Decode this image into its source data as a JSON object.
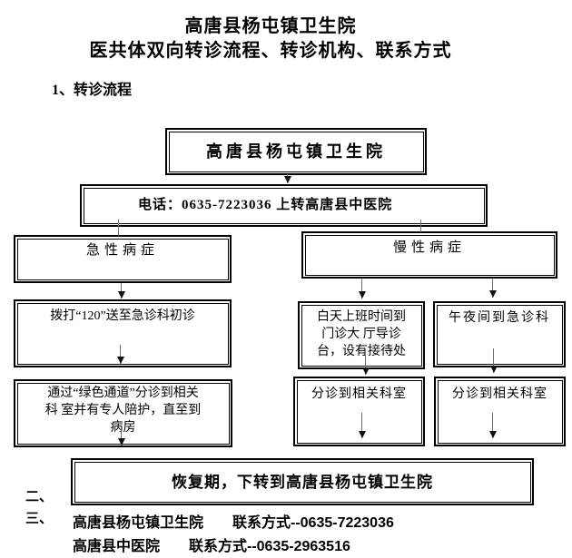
{
  "header": {
    "title_line1": "高唐县杨屯镇卫生院",
    "title_line2": "医共体双向转诊流程、转诊机构、联系方式",
    "section_heading": "1、转诊流程"
  },
  "flowchart": {
    "top": "高唐县杨屯镇卫生院",
    "referral": "电话：0635-7223036 上转高唐县中医院",
    "acute": "急性病症",
    "call120": "拨打“120”送至急诊科初诊",
    "green_channel": "通过“绿色通道”分诊到相关\n科 室并有专人陪护，直至到\n病房",
    "chronic": "慢性病症",
    "daytime": "白天上班时间到\n门诊大 厅导诊\n台，设有接待处",
    "midnight": "午夜间到急诊科",
    "triage_left": "分诊到相关科室",
    "triage_right": "分诊到相关科室",
    "recovery": "恢复期，下转到高唐县杨屯镇卫生院"
  },
  "footer": {
    "marker_2": "二、",
    "marker_3": "三、",
    "contact_line1": "高唐县杨屯镇卫生院　　联系方式--0635-7223036",
    "contact_line2": "高唐县中医院　　联系方式--0635-2963516"
  },
  "colors": {
    "text": "#000000",
    "border": "#000000",
    "connector": "#6e6e6e",
    "background": "#ffffff"
  }
}
